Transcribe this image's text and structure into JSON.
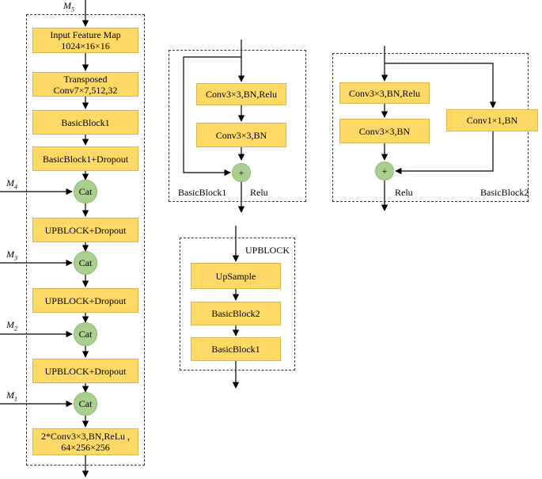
{
  "main": {
    "input": "M",
    "input_sub": "5",
    "input_feature": "Input Feature Map\n1024×16×16",
    "transposed": "Transposed\nConv7×7,512,32",
    "bb1": "BasicBlock1",
    "bb1_dropout": "BasicBlock1+Dropout",
    "cat": "Cat",
    "upblock_dropout": "UPBLOCK+Dropout",
    "final": "2*Conv3×3,BN,ReLu ,\n64×256×256",
    "skips": [
      {
        "name": "M",
        "sub": "4"
      },
      {
        "name": "M",
        "sub": "3"
      },
      {
        "name": "M",
        "sub": "2"
      },
      {
        "name": "M",
        "sub": "1"
      }
    ]
  },
  "basic_block1": {
    "conv_relu": "Conv3×3,BN,Relu",
    "conv": "Conv3×3,BN",
    "plus": "+",
    "title": "BasicBlock1",
    "relu": "Relu"
  },
  "basic_block2": {
    "conv_relu": "Conv3×3,BN,Relu",
    "conv": "Conv3×3,BN",
    "shortcut": "Conv1×1,BN",
    "plus": "+",
    "title": "BasicBlock2",
    "relu": "Relu"
  },
  "upblock": {
    "title": "UPBLOCK",
    "upsample": "UpSample",
    "bb2": "BasicBlock2",
    "bb1": "BasicBlock1"
  },
  "colors": {
    "box_fill": "#ffd966",
    "node_fill": "#a9d08e",
    "line": "#000000"
  }
}
